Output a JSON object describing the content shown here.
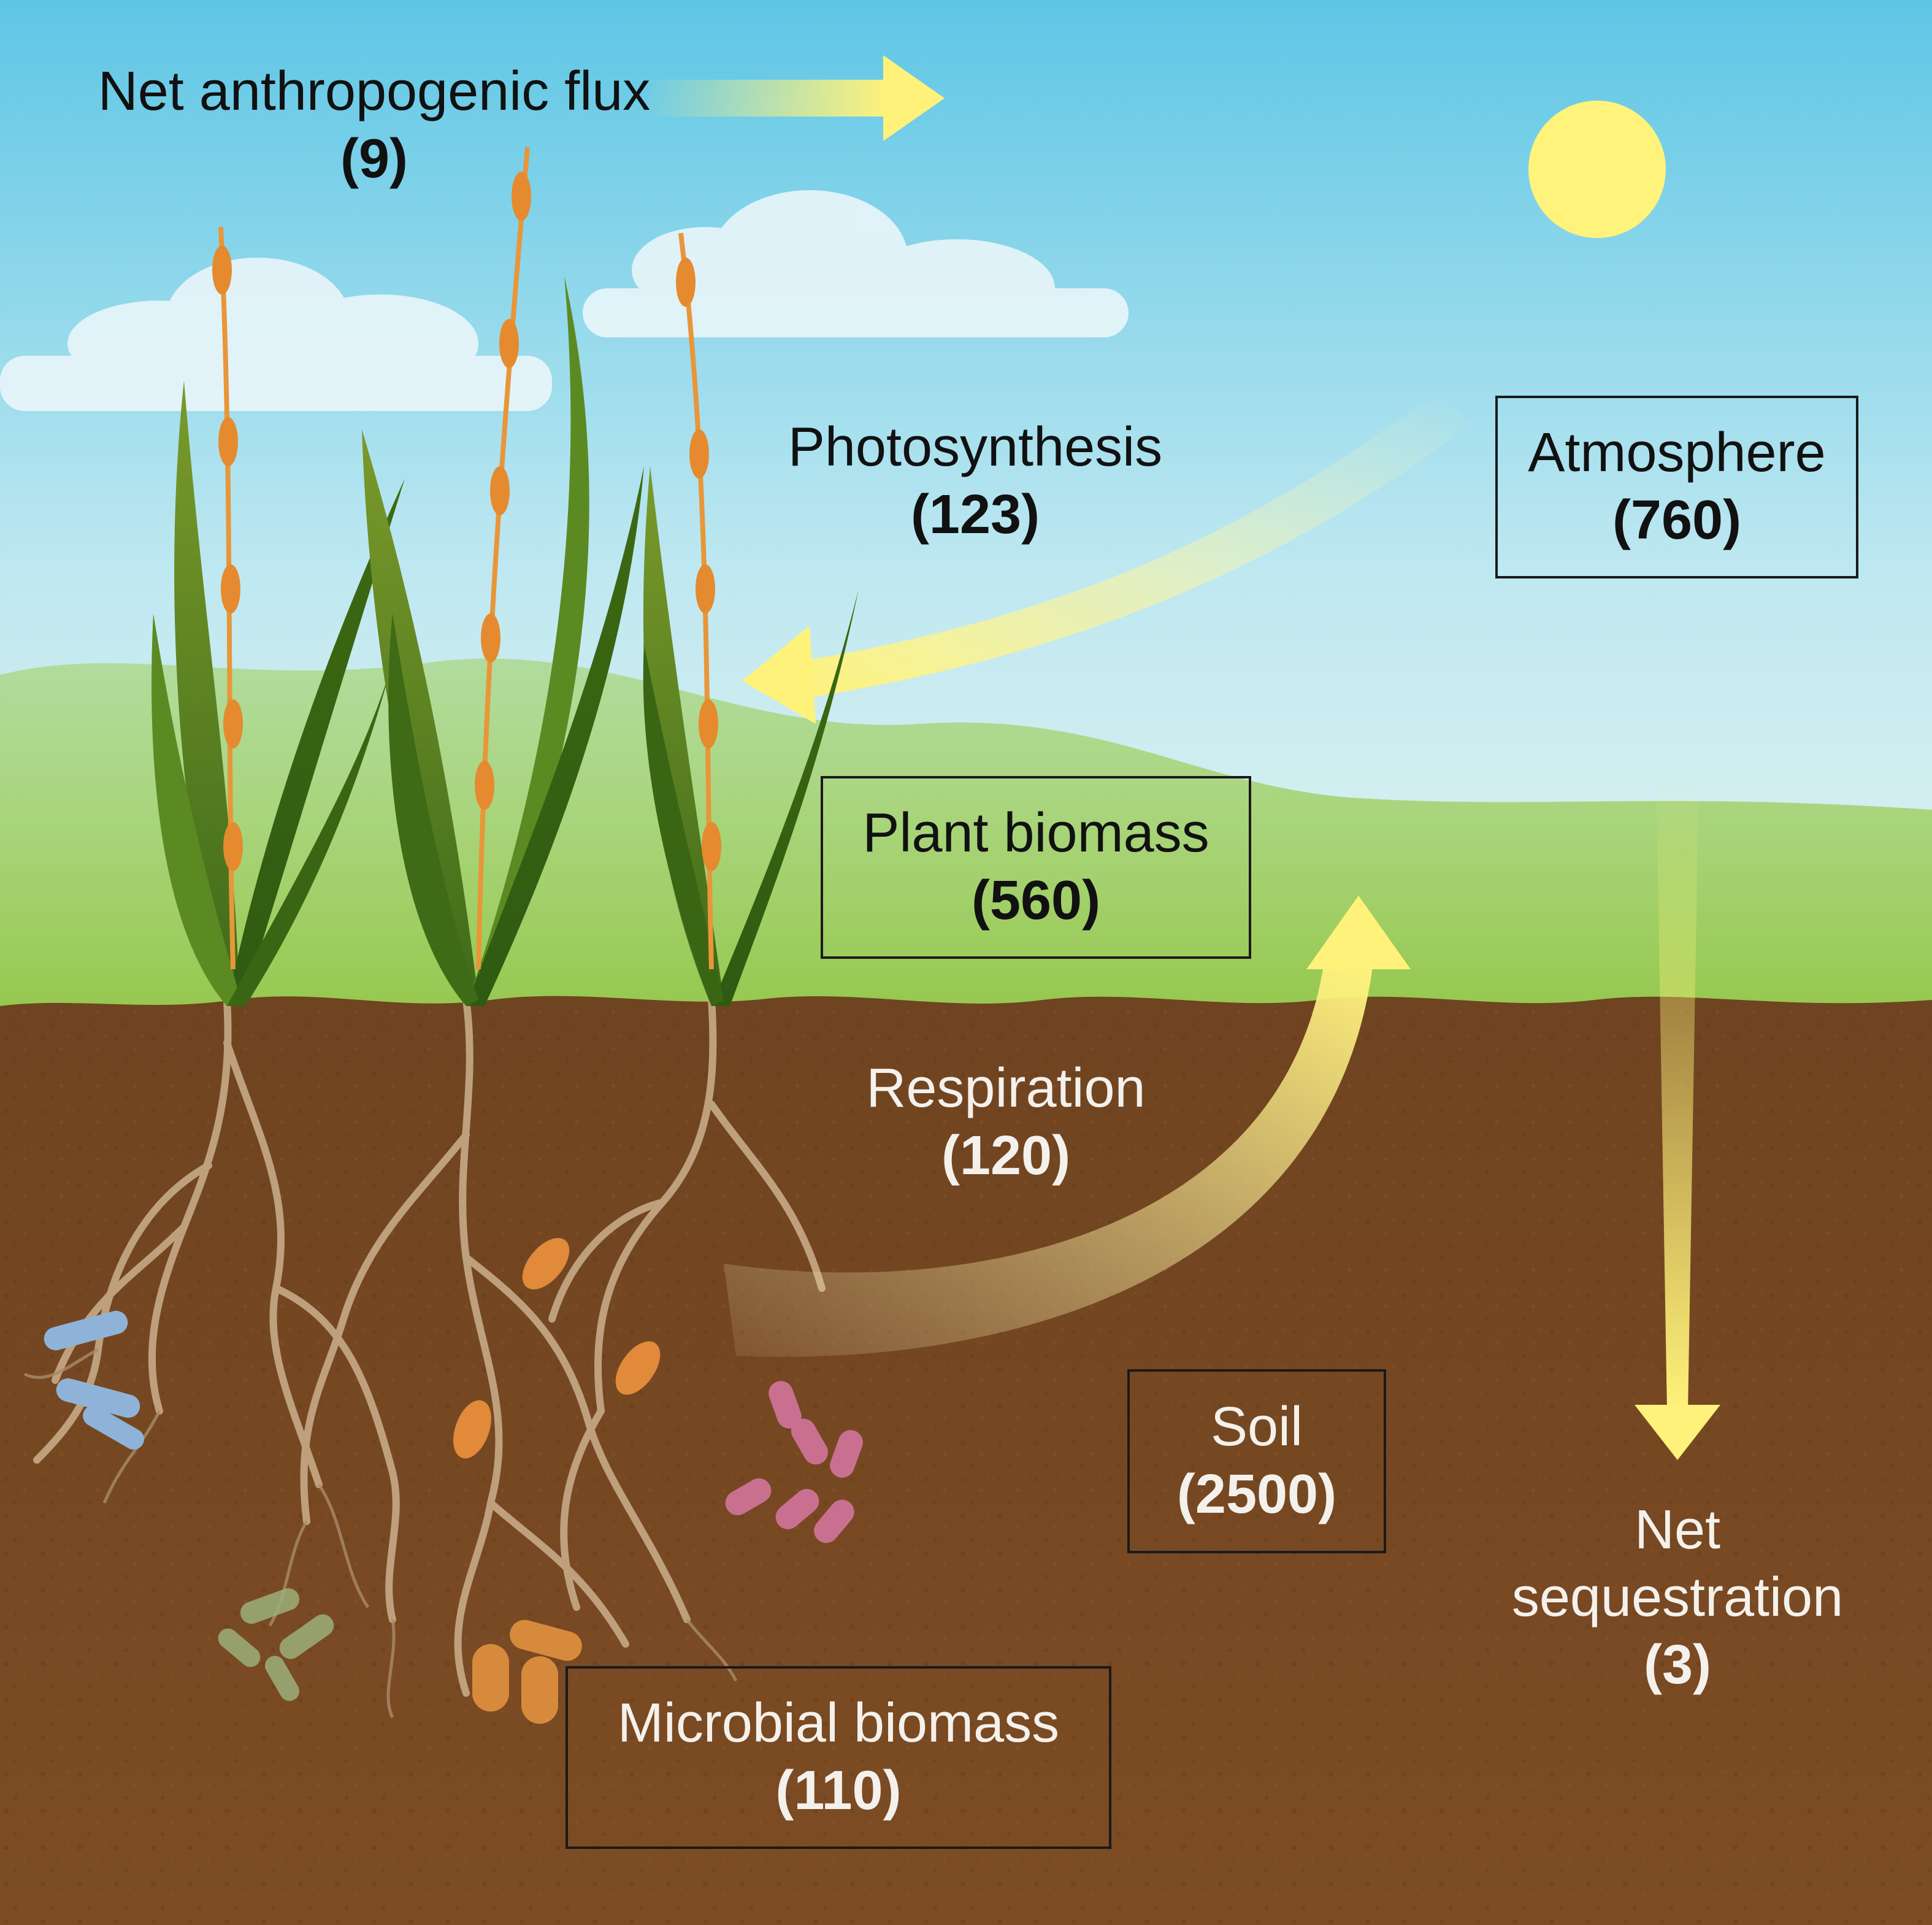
{
  "labels": {
    "anthropogenic": {
      "name": "Net anthropogenic flux",
      "value": "(9)"
    },
    "photosynthesis": {
      "name": "Photosynthesis",
      "value": "(123)"
    },
    "atmosphere": {
      "name": "Atmosphere",
      "value": "(760)"
    },
    "plant_biomass": {
      "name": "Plant biomass",
      "value": "(560)"
    },
    "respiration": {
      "name": "Respiration",
      "value": "(120)"
    },
    "soil": {
      "name": "Soil",
      "value": "(2500)"
    },
    "net_sequestration": {
      "name_line1": "Net",
      "name_line2": "sequestration",
      "value": "(3)"
    },
    "microbial_biomass": {
      "name": "Microbial biomass",
      "value": "(110)"
    }
  },
  "colors": {
    "sky_top": "#5fc8e6",
    "sky_bottom": "#d8f1f6",
    "soil": "#7a4a22",
    "arrow": "#fff27a",
    "sun": "#fff37c",
    "grass": "#4f7a1f",
    "wheat": "#e0913a",
    "roots": "#b89a78"
  }
}
